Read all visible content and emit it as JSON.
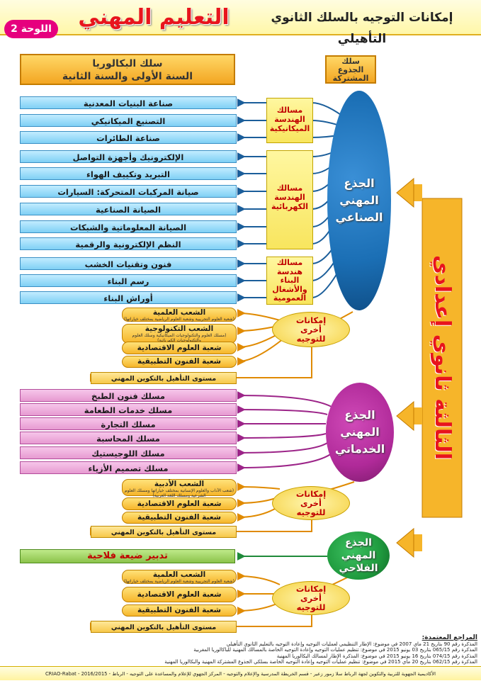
{
  "header": {
    "subject": "إمكانات التوجيه بالسلك الثانوي التأهيلي",
    "banner": "التعليم المهني",
    "board": "اللوحة 2"
  },
  "columns": {
    "bac_line1": "سلك البكالوريا",
    "bac_line2": "السنة الأولى والسنة الثانية",
    "tronc_line1": "سلك",
    "tronc_line2": "الجذوع",
    "tronc_line3": "المشتركة"
  },
  "secondary_label": "الثالثة ثانوي إعدادي",
  "industrial": {
    "oval_l1": "الجذع",
    "oval_l2": "المهني",
    "oval_l3": "الصناعي",
    "group1": {
      "l1": "مسالك",
      "l2": "الهندسة",
      "l3": "الميكانيكية",
      "items": [
        "صناعة البنيات المعدنية",
        "التصنيع الميكانيكي",
        "صناعة الطائرات"
      ]
    },
    "group2": {
      "l1": "مسالك",
      "l2": "الهندسة",
      "l3": "الكهربائية",
      "items": [
        "الإلكترونيك وأجهزة التواصل",
        "التبريد وتكييف الهواء",
        "صيانة المركبات المتحركة: السيارات",
        "الصيانة الصناعية",
        "الصيانة المعلوماتية والشبكات",
        "النظم الإلكترونية والرقمية"
      ]
    },
    "group3": {
      "l1": "مسالك",
      "l2": "هندسة",
      "l3": "البناء",
      "l4": "والأشغال",
      "l5": "العمومية",
      "items": [
        "فنون وتقنيات الخشب",
        "رسم البناء",
        "أوراش البناء"
      ]
    },
    "options": {
      "o1": "إمكانات",
      "o2": "أخرى",
      "o3": "للتوجيه",
      "items": [
        {
          "title": "الشعب العلمية",
          "note": "(شعبة العلوم التجريبية وشعبة العلوم الرياضية بمختلف خياراتها)"
        },
        {
          "title": "الشعب التكنولوجية",
          "note": "(مسلك العلوم والتكنولوجيات الميكانيكية وسلك العلوم والتكنولوجيات الكهربائية)"
        },
        {
          "title": "شعبة العلوم الاقتصادية والتدبير",
          "note": ""
        },
        {
          "title": "شعبة الفنون التطبيقية",
          "note": ""
        }
      ],
      "qualify": "مستوى التأهيل بالتكوين المهني"
    }
  },
  "services": {
    "oval_l1": "الجذع",
    "oval_l2": "المهني",
    "oval_l3": "الخدماتي",
    "items": [
      "مسلك فنون الطبخ",
      "مسلك خدمات الطعامة",
      "مسلك التجارة",
      "مسلك المحاسبة",
      "مسلك اللوجيستيك",
      "مسلك تصميم الأزياء"
    ],
    "options": {
      "o1": "إمكانات",
      "o2": "أخرى",
      "o3": "للتوجيه",
      "items": [
        {
          "title": "الشعب الأدبية",
          "note": "(شعب الآداب والعلوم الإنسانية بمختلف خياراتها ومسلك العلوم الشرعية ومسلك اللغة العربية)"
        },
        {
          "title": "شعبة العلوم الاقتصادية والتدبير",
          "note": ""
        },
        {
          "title": "شعبة الفنون التطبيقية",
          "note": ""
        }
      ],
      "qualify": "مستوى التأهيل بالتكوين المهني"
    }
  },
  "agri": {
    "oval_l1": "الجذع",
    "oval_l2": "المهني",
    "oval_l3": "الفلاحي",
    "item": "تدبير ضيعة فلاحية",
    "options": {
      "o1": "إمكانات",
      "o2": "أخرى",
      "o3": "للتوجيه",
      "items": [
        {
          "title": "الشعب العلمية",
          "note": "(شعبة العلوم التجريبية وشعبة العلوم الرياضية بمختلف خياراتها)"
        },
        {
          "title": "شعبة العلوم الاقتصادية والتدبير",
          "note": ""
        },
        {
          "title": "شعبة الفنون التطبيقية",
          "note": ""
        }
      ],
      "qualify": "مستوى التأهيل بالتكوين المهني"
    }
  },
  "refs": {
    "title": "المراجع المعتمدة:",
    "r1": "المذكرة رقم 90 بتاريخ 21 ماي 2007 في موضوع: الإطار التنظيمي لعمليات التوجيه وإعادة التوجيه بالتعليم الثانوي التأهيلي",
    "r2": "المذكرة رقم 065/15 بتاريخ 03 يونيو 2015 في موضوع: تنظيم عمليات التوجيه وإعادة التوجيه الخاصة بالمسالك المهنية للباكالوريا المغربية",
    "r3": "المذكرة رقم 074/15 بتاريخ 16 يونيو 2015 في موضوع: المذكرة الإطار لمسالك البكالوريا المهنية",
    "r4": "المذكرة رقم 062/15 بتاريخ 20 ماي 2015 في موضوع: تنظيم عمليات التوجيه وإعادة التوجيه الخاصة بسلكي الجذوع المشتركة المهنية والبكالوريا المهنية"
  },
  "footer": "الأكاديمية الجهوية للتربية والتكوين لجهة الرباط سلا زمور زعير - قسم الخريطة المدرسية والإعلام والتوجيه - المركز الجهوي للإعلام والمساعدة على التوجيه - الرباط - CRIAO-Rabat - 2016/2015",
  "colors": {
    "industrial": "#1b6fb5",
    "services": "#b02a99",
    "agri": "#1f9a3e",
    "arrow": "#f6b52a",
    "title_red": "#e8141d"
  }
}
